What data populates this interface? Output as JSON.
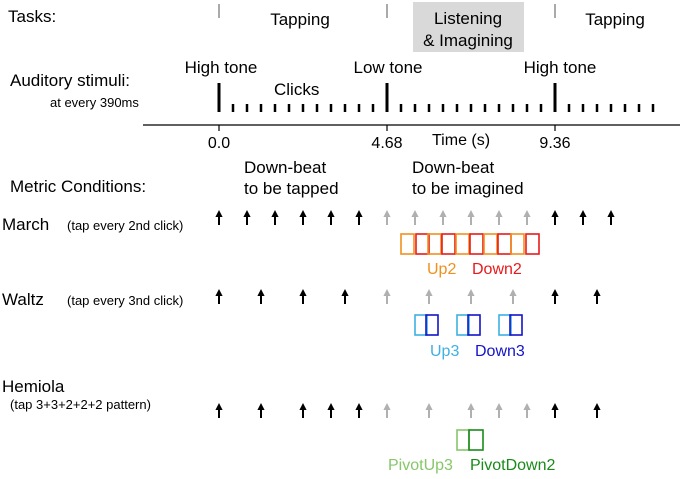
{
  "tasks": {
    "label": "Tasks:",
    "phases": [
      "Tapping",
      "Listening",
      "& Imagining",
      "Tapping"
    ]
  },
  "stimuli": {
    "label": "Auditory stimuli:",
    "sublabel": "at every 390ms",
    "high_tone_1": "High tone",
    "clicks": "Clicks",
    "low_tone": "Low tone",
    "high_tone_2": "High tone"
  },
  "timeline": {
    "axis_label": "Time (s)",
    "ticks": [
      "0.0",
      "4.68",
      "9.36"
    ]
  },
  "conditions": {
    "label": "Metric Conditions:",
    "tapped_header_1": "Down-beat",
    "tapped_header_2": "to be tapped",
    "imagined_header_1": "Down-beat",
    "imagined_header_2": "to be imagined",
    "march": {
      "name": "March",
      "note": "(tap every 2nd click)",
      "legend_up": "Up2",
      "legend_down": "Down2"
    },
    "waltz": {
      "name": "Waltz",
      "note": "(tap every 3nd click)",
      "legend_up": "Up3",
      "legend_down": "Down3"
    },
    "hemiola": {
      "name": "Hemiola",
      "note": "(tap 3+3+2+2+2 pattern)",
      "legend_up": "PivotUp3",
      "legend_down": "PivotDown2"
    }
  },
  "colors": {
    "gray_box": "#d9d9d9",
    "arrow_black": "#000000",
    "arrow_gray": "#b0b0b0",
    "up2": "#f0901e",
    "down2": "#e8191c",
    "up3": "#3fb0e3",
    "down3": "#1414c8",
    "pivot_up3": "#86c76a",
    "pivot_down2": "#1a8a1a"
  }
}
